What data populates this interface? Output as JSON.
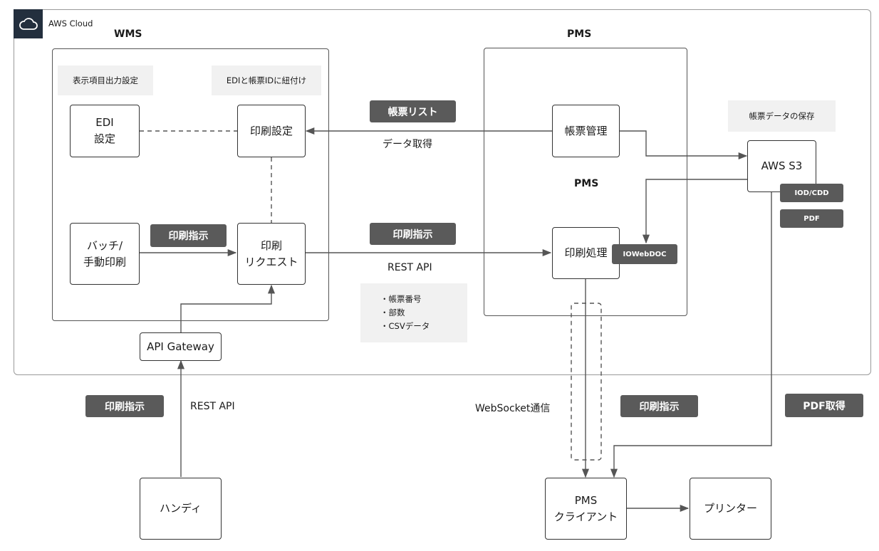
{
  "cloud": {
    "label": "AWS Cloud",
    "icon": "cloud-icon"
  },
  "groups": {
    "wms": "WMS",
    "pms_top": "PMS",
    "pms_inner": "PMS"
  },
  "notes": {
    "display_settings": "表示項目出力設定",
    "edi_link": "EDIと帳票IDに紐付け",
    "form_storage": "帳票データの保存",
    "params": [
      "・帳票番号",
      "・部数",
      "・CSVデータ"
    ]
  },
  "nodes": {
    "edi_settings": "EDI\n設定",
    "print_settings": "印刷設定",
    "batch_print": "バッチ/\n手動印刷",
    "print_request": "印刷\nリクエスト",
    "api_gateway": "API Gateway",
    "form_management": "帳票管理",
    "print_processing": "印刷処理",
    "aws_s3": "AWS S3",
    "handy": "ハンディ",
    "pms_client": "PMS\nクライアント",
    "printer": "プリンター"
  },
  "tags": {
    "print_instruction_wms": "印刷指示",
    "form_list": "帳票リスト",
    "print_instruction_mid": "印刷指示",
    "iowebdoc": "IOWebDOC",
    "iod_cdd": "IOD/CDD",
    "pdf": "PDF",
    "print_instruction_bottom_left": "印刷指示",
    "print_instruction_bottom_mid": "印刷指示",
    "pdf_fetch": "PDF取得"
  },
  "labels": {
    "data_fetch": "データ取得",
    "rest_api_mid": "REST API",
    "rest_api_bottom": "REST API",
    "websocket": "WebSocket通信"
  },
  "colors": {
    "tag_bg": "#5a5a5a",
    "note_bg": "#f1f1f1",
    "aws_badge": "#232f3e",
    "line": "#555555"
  }
}
